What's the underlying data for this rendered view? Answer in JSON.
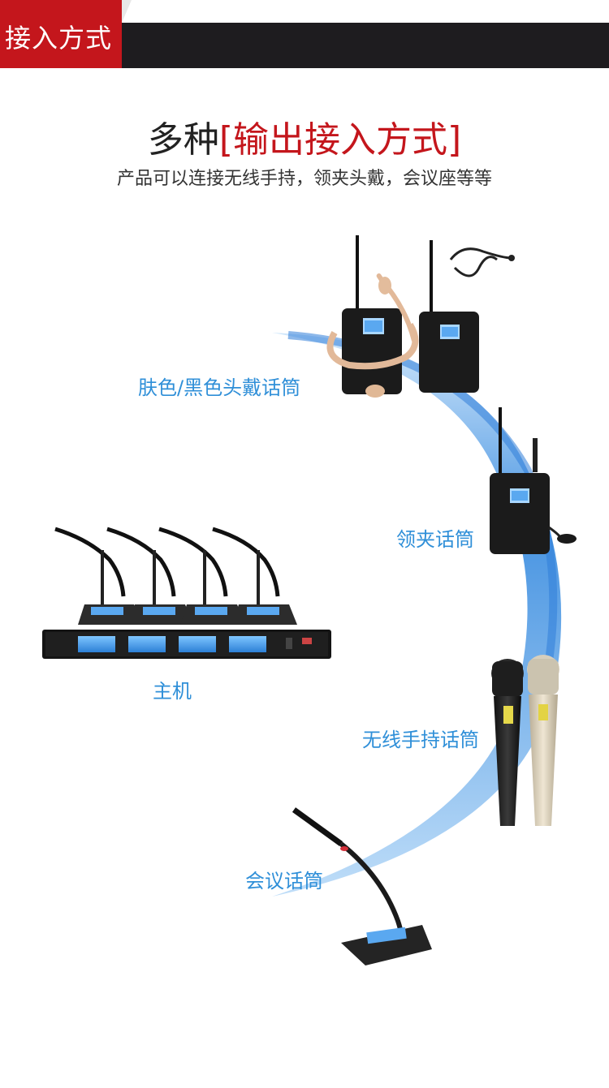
{
  "header": {
    "title": "接入方式"
  },
  "headline": {
    "prefix": "多种",
    "bracket_open": "[",
    "accent": "输出接入方式",
    "bracket_close": "]"
  },
  "subline": "产品可以连接无线手持，领夹头戴，会议座等等",
  "labels": {
    "headset": "肤色/黑色头戴话筒",
    "lapel": "领夹话筒",
    "host": "主机",
    "handheld": "无线手持话筒",
    "conference": "会议话筒"
  },
  "colors": {
    "accent_red": "#c4161c",
    "label_blue": "#2f8fd8",
    "arc_blue": "#3f8fe0",
    "dark": "#1e1c1f"
  },
  "images": {
    "bodypack_left": "bodypack-transmitter-with-skin-headset",
    "bodypack_right": "bodypack-transmitter-with-black-headset",
    "lapel_pack": "bodypack-transmitter-with-lapel-mic",
    "receiver": "four-channel-receiver-with-gooseneck-mics",
    "handheld_black": "black-handheld-microphone",
    "handheld_gold": "champagne-handheld-microphone",
    "conference": "gooseneck-conference-microphone"
  }
}
